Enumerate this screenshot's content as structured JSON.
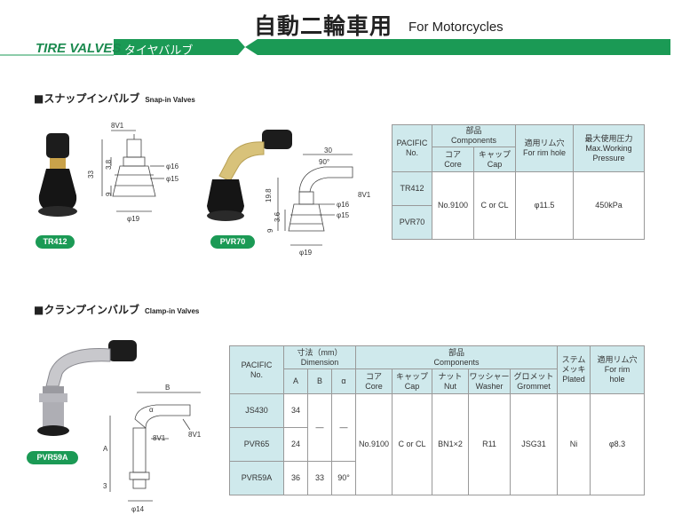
{
  "header": {
    "title_jp": "自動二輪車用",
    "title_en": "For Motorcycles",
    "banner_en": "TIRE VALVES",
    "banner_jp": "タイヤバルブ"
  },
  "snapin": {
    "section_jp": "■スナップインバルブ",
    "section_en": "Snap-in Valves",
    "products": [
      "TR412",
      "PVR70"
    ],
    "diagram1": {
      "d1": "8V1",
      "d2": "33",
      "d3": "3.8",
      "d4": "9",
      "d5": "φ16",
      "d6": "φ15",
      "d7": "φ19"
    },
    "diagram2": {
      "d1": "30",
      "d2": "90°",
      "d3": "8V1",
      "d4": "19.8",
      "d5": "9",
      "d6": "3.6",
      "d7": "φ16",
      "d8": "φ15",
      "d9": "φ19"
    },
    "table": {
      "h_pacific": "PACIFIC",
      "h_no": "No.",
      "h_parts_jp": "部品",
      "h_parts_en": "Components",
      "h_core_jp": "コア",
      "h_core_en": "Core",
      "h_cap_jp": "キャップ",
      "h_cap_en": "Cap",
      "h_rim_jp": "適用リム穴",
      "h_rim_en": "For rim hole",
      "h_press_jp": "最大使用圧力",
      "h_press_en1": "Max.Working",
      "h_press_en2": "Pressure",
      "rows": [
        "TR412",
        "PVR70"
      ],
      "core": "No.9100",
      "cap": "C or CL",
      "rim": "φ11.5",
      "pressure": "450kPa"
    }
  },
  "clampin": {
    "section_jp": "■クランプインバルブ",
    "section_en": "Clamp-in Valves",
    "product": "PVR59A",
    "diagram": {
      "b": "B",
      "alpha": "α",
      "v1": "8V1",
      "v2": "8V1",
      "a": "A",
      "three": "3",
      "phi": "φ14"
    },
    "table": {
      "h_pacific": "PACIFIC",
      "h_no": "No.",
      "h_dim_jp": "寸法（mm）",
      "h_dim_en": "Dimension",
      "h_a": "A",
      "h_b": "B",
      "h_alpha": "α",
      "h_parts_jp": "部品",
      "h_parts_en": "Components",
      "h_core_jp": "コア",
      "h_core_en": "Core",
      "h_cap_jp": "キャップ",
      "h_cap_en": "Cap",
      "h_nut_jp": "ナット",
      "h_nut_en": "Nut",
      "h_washer_jp": "ワッシャー",
      "h_washer_en": "Washer",
      "h_grommet_jp": "グロメット",
      "h_grommet_en": "Grommet",
      "h_stem_jp1": "ステム",
      "h_stem_jp2": "メッキ",
      "h_stem_en": "Plated",
      "h_rim_jp": "適用リム穴",
      "h_rim_en1": "For rim",
      "h_rim_en2": "hole",
      "rows": [
        {
          "name": "JS430",
          "a": "34"
        },
        {
          "name": "PVR65",
          "a": "24"
        },
        {
          "name": "PVR59A",
          "a": "36",
          "b": "33",
          "alpha": "90°"
        }
      ],
      "dash": "—",
      "core": "No.9100",
      "cap": "C or CL",
      "nut": "BN1×2",
      "washer": "R11",
      "grommet": "JSG31",
      "stem": "Ni",
      "rim": "φ8.3"
    }
  }
}
